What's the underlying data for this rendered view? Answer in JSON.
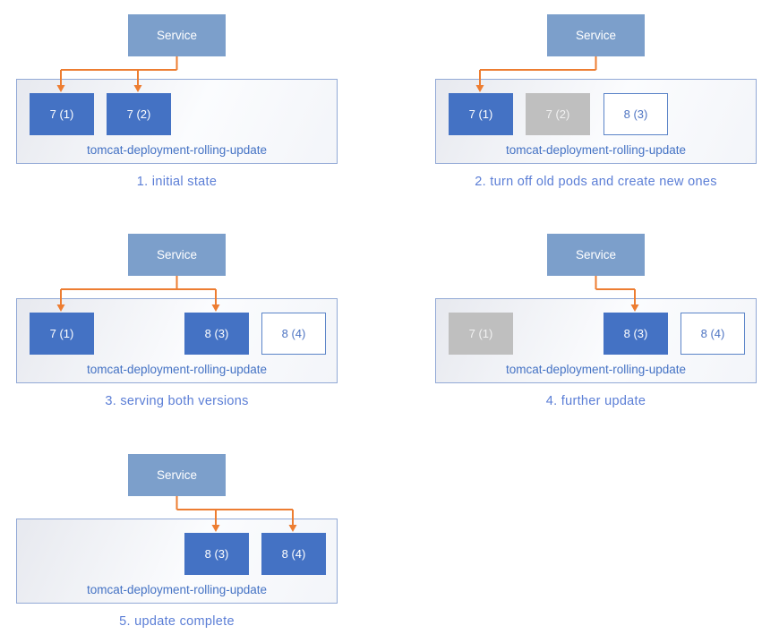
{
  "labels": {
    "service": "Service",
    "deployment": "tomcat-deployment-rolling-update"
  },
  "colors": {
    "service_fill": "#7C9FCB",
    "service_text": "#FFFFFF",
    "pod_active_fill": "#4472C4",
    "pod_active_text": "#FFFFFF",
    "pod_old_fill": "#BFBFBF",
    "pod_old_text": "#F2F2F2",
    "pod_new_fill": "#FFFFFF",
    "pod_new_border": "#5B84C8",
    "pod_new_text": "#4E74C2",
    "deployment_border": "#92A9D6",
    "deployment_text": "#4472C4",
    "caption_text": "#5B7ED6",
    "arrow": "#ED7D31"
  },
  "panels": [
    {
      "id": 1,
      "caption": "1. initial state",
      "column": "left",
      "row": 0,
      "pods": [
        {
          "label": "7 (1)",
          "state": "active",
          "slot": 0,
          "linked": true
        },
        {
          "label": "7 (2)",
          "state": "active",
          "slot": 1,
          "linked": true
        }
      ]
    },
    {
      "id": 2,
      "caption": "2. turn off old pods and create new ones",
      "column": "right",
      "row": 0,
      "pods": [
        {
          "label": "7 (1)",
          "state": "active",
          "slot": 0,
          "linked": true
        },
        {
          "label": "7 (2)",
          "state": "old",
          "slot": 1,
          "linked": false
        },
        {
          "label": "8 (3)",
          "state": "new",
          "slot": 2,
          "linked": false
        }
      ]
    },
    {
      "id": 3,
      "caption": "3. serving both versions",
      "column": "left",
      "row": 1,
      "pods": [
        {
          "label": "7 (1)",
          "state": "active",
          "slot": 0,
          "linked": true
        },
        {
          "label": "8 (3)",
          "state": "active",
          "slot": 2,
          "linked": true
        },
        {
          "label": "8 (4)",
          "state": "new",
          "slot": 3,
          "linked": false
        }
      ]
    },
    {
      "id": 4,
      "caption": "4. further update",
      "column": "right",
      "row": 1,
      "pods": [
        {
          "label": "7 (1)",
          "state": "old",
          "slot": 0,
          "linked": false
        },
        {
          "label": "8 (3)",
          "state": "active",
          "slot": 2,
          "linked": true
        },
        {
          "label": "8 (4)",
          "state": "new",
          "slot": 3,
          "linked": false
        }
      ]
    },
    {
      "id": 5,
      "caption": "5. update complete",
      "column": "left",
      "row": 2,
      "pods": [
        {
          "label": "8 (3)",
          "state": "active",
          "slot": 2,
          "linked": true
        },
        {
          "label": "8 (4)",
          "state": "active",
          "slot": 3,
          "linked": true
        }
      ]
    }
  ]
}
